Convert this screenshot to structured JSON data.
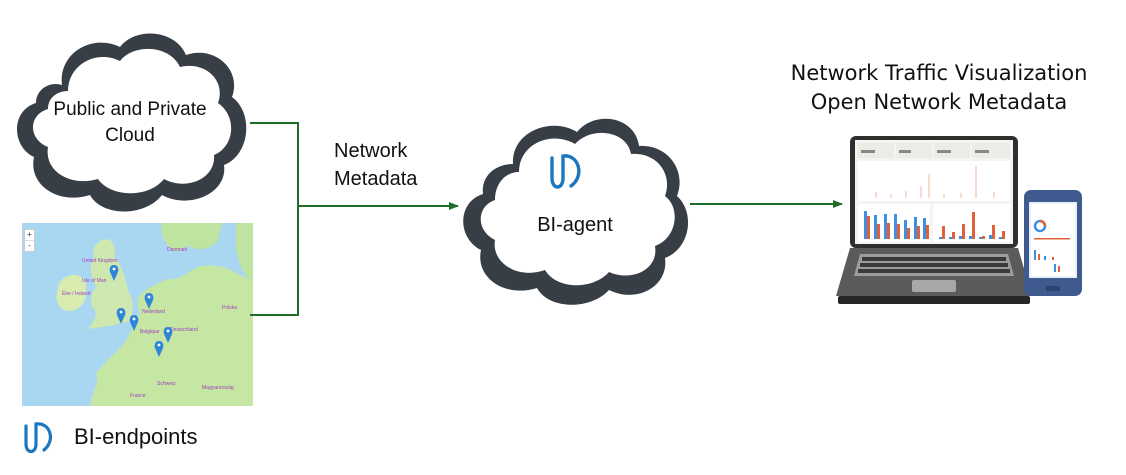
{
  "sources": {
    "cloud": {
      "label_line1": "Public and Private",
      "label_line2": "Cloud"
    },
    "endpoints": {
      "label": "BI-endpoints",
      "logo_icon": "bi-logo-icon",
      "map": {
        "zoom_in": "+",
        "zoom_out": "-",
        "pin_count": 6,
        "places": [
          "United Kingdom",
          "Isle of Man",
          "Éire / Ireland",
          "Danmark",
          "Nederland",
          "Belgique",
          "Deutschland",
          "France",
          "Polska",
          "Magyarország",
          "Schweiz"
        ]
      }
    }
  },
  "flow": {
    "label_line1": "Network",
    "label_line2": "Metadata"
  },
  "agent": {
    "label": "BI-agent",
    "logo_icon": "bi-logo-icon"
  },
  "output": {
    "title_line1": "Network Traffic Visualization",
    "title_line2": "Open Network Metadata",
    "devices": [
      "laptop-dashboard",
      "phone-dashboard"
    ]
  },
  "colors": {
    "cloud_outline": "#373e45",
    "arrow": "#1e6e27",
    "logo": "#1b77c0",
    "chart_blue": "#3d8fe3",
    "chart_orange": "#e0603a",
    "phone_frame": "#3e5a8e",
    "laptop_body": "#5b5b5b"
  }
}
